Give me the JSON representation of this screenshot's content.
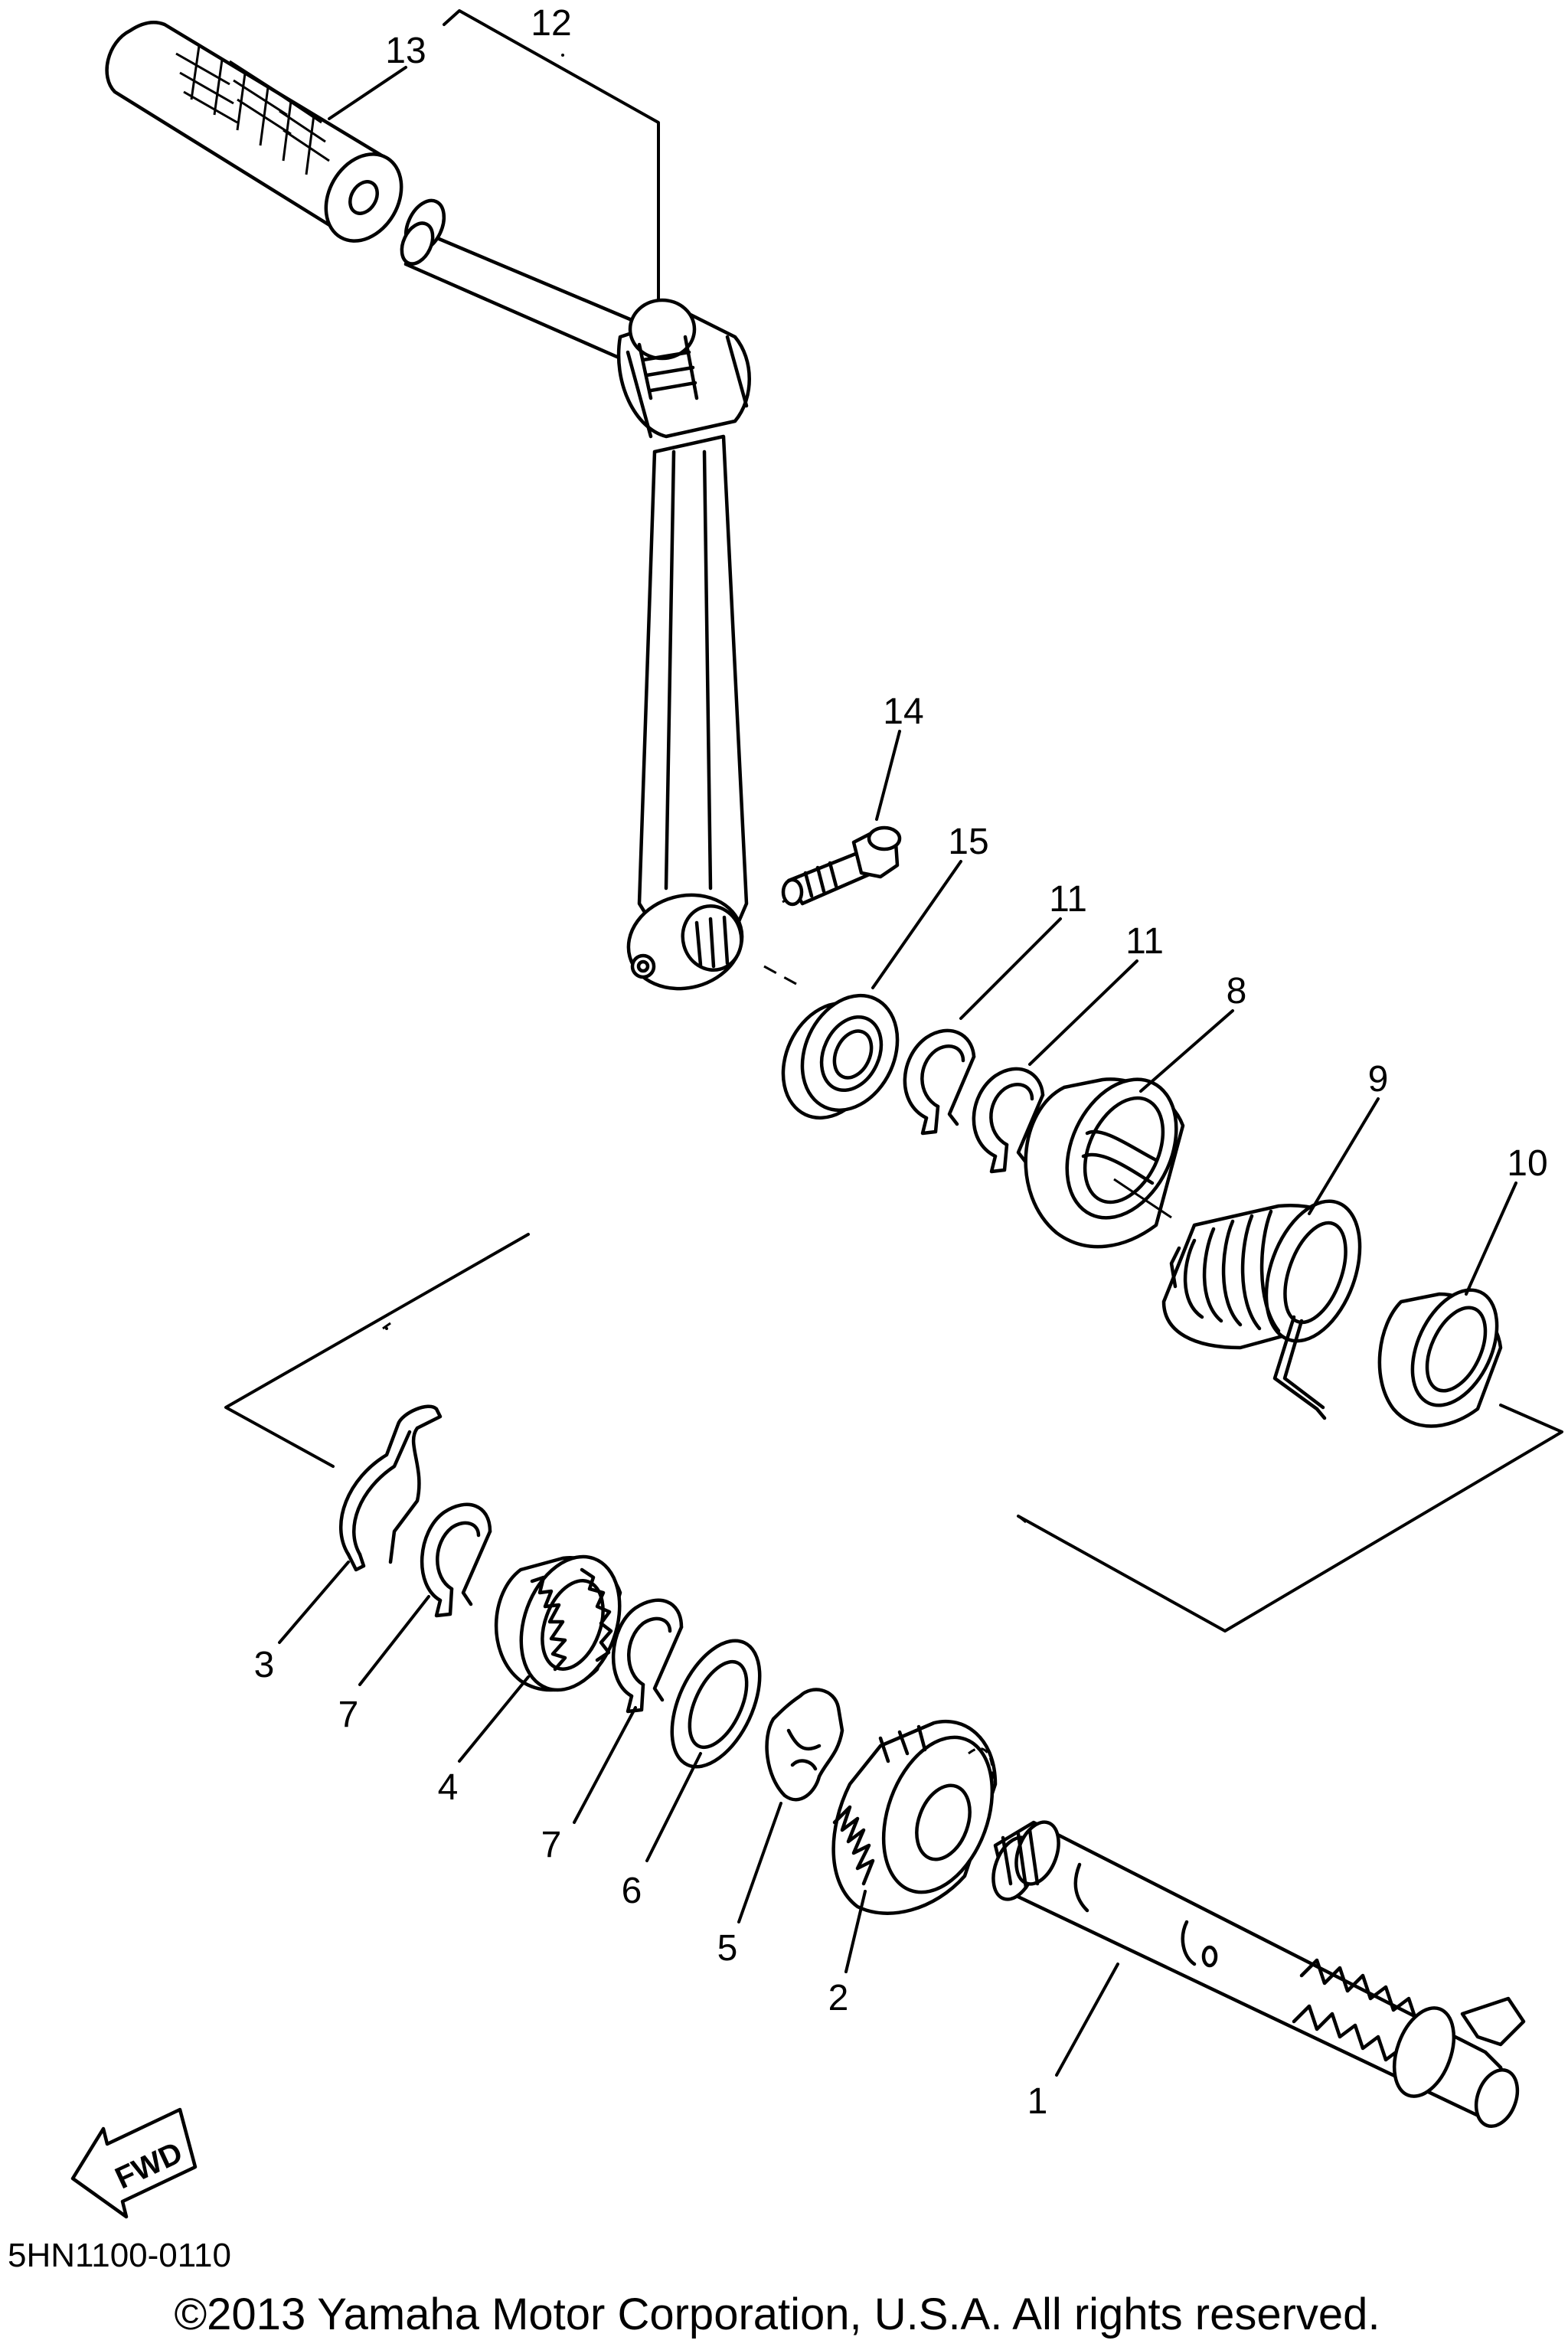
{
  "diagram": {
    "callouts": [
      "1",
      "2",
      "3",
      "4",
      "5",
      "6",
      "7",
      "7",
      "8",
      "9",
      "10",
      "11",
      "11",
      "12",
      "13",
      "14",
      "15"
    ],
    "fwd_label": "FWD",
    "diagram_code": "5HN1100-0110",
    "copyright": "©2013 Yamaha Motor Corporation, U.S.A. All rights reserved."
  }
}
